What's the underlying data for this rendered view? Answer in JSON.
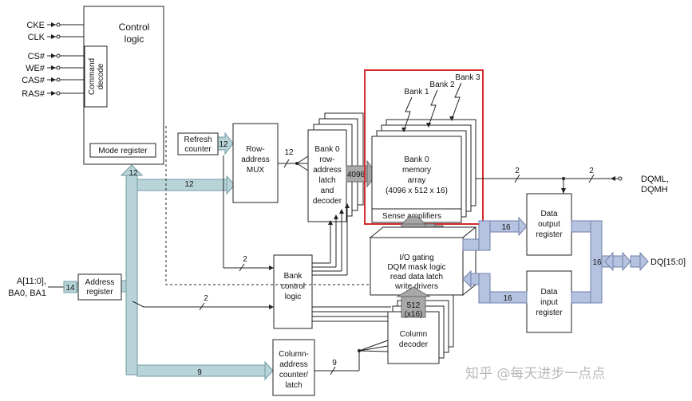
{
  "control": {
    "title_line1": "Control",
    "title_line2": "logic",
    "cmd_decode_line1": "Command",
    "cmd_decode_line2": "decode",
    "mode_register": "Mode register"
  },
  "inputs": {
    "cke": "CKE",
    "clk": "CLK",
    "cs": "CS#",
    "we": "WE#",
    "cas": "CAS#",
    "ras": "RAS#"
  },
  "address_input": {
    "line1": "A[11:0],",
    "line2": "BA0, BA1",
    "width": "14"
  },
  "address_register": {
    "line1": "Address",
    "line2": "register"
  },
  "refresh_counter": {
    "line1": "Refresh",
    "line2": "counter",
    "width": "12"
  },
  "row_mux": {
    "line1": "Row-",
    "line2": "address",
    "line3": "MUX"
  },
  "row_latch": {
    "line1": "Bank 0",
    "line2": "row-",
    "line3": "address",
    "line4": "latch",
    "line5": "and",
    "line6": "decoder"
  },
  "memory": {
    "bank3": "Bank 3",
    "bank2": "Bank 2",
    "bank1": "Bank 1",
    "bank0_line1": "Bank 0",
    "bank0_line2": "memory",
    "bank0_line3": "array",
    "bank0_line4": "(4096 x 512 x 16)",
    "sense_amps": "Sense amplifiers"
  },
  "io_gating": {
    "line1": "I/O gating",
    "line2": "DQM mask logic",
    "line3": "read data latch",
    "line4": "write drivers"
  },
  "bank_control": {
    "line1": "Bank",
    "line2": "control",
    "line3": "logic"
  },
  "column_counter": {
    "line1": "Column-",
    "line2": "address",
    "line3": "counter/",
    "line4": "latch"
  },
  "column_decoder": {
    "line1": "Column",
    "line2": "decoder"
  },
  "data_output": {
    "line1": "Data",
    "line2": "output",
    "line3": "register"
  },
  "data_input": {
    "line1": "Data",
    "line2": "input",
    "line3": "register"
  },
  "dqm": {
    "line1": "DQML,",
    "line2": "DQMH"
  },
  "dq": "DQ[15:0]",
  "widths": {
    "w12_ctrl": "12",
    "w12_bus": "12",
    "w12_mux": "12",
    "w4096_row": "4096",
    "w4096_sense": "4096",
    "w2_bank": "2",
    "w2_bankctrl": "2",
    "w2_dqm_a": "2",
    "w2_dqm_b": "2",
    "w9_bus": "9",
    "w9_col": "9",
    "w512": "512",
    "w512_x": "(x16)",
    "w16_out": "16",
    "w16_in": "16",
    "w16_dq": "16"
  },
  "watermark": "知乎 @每天进步一点点"
}
